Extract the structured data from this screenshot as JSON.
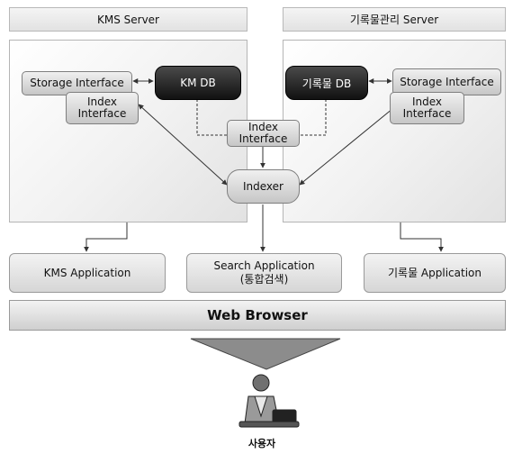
{
  "kms_server": {
    "title": "KMS Server",
    "storage_interface": "Storage Interface",
    "index_interface": "Index Interface",
    "db": "KM DB"
  },
  "records_server": {
    "title": "기록물관리 Server",
    "storage_interface": "Storage Interface",
    "index_interface": "Index Interface",
    "db": "기록물 DB"
  },
  "center": {
    "index_interface": "Index Interface",
    "indexer": "Indexer"
  },
  "applications": {
    "kms": "KMS Application",
    "search_line1": "Search Application",
    "search_line2": "(통합검색)",
    "records": "기록물 Application"
  },
  "browser": "Web Browser",
  "user_label": "사용자",
  "colors": {
    "db_fill": "#1f1f1f",
    "box_fill": "#d9d9d9",
    "arrow_fill": "#8c8c8c"
  }
}
